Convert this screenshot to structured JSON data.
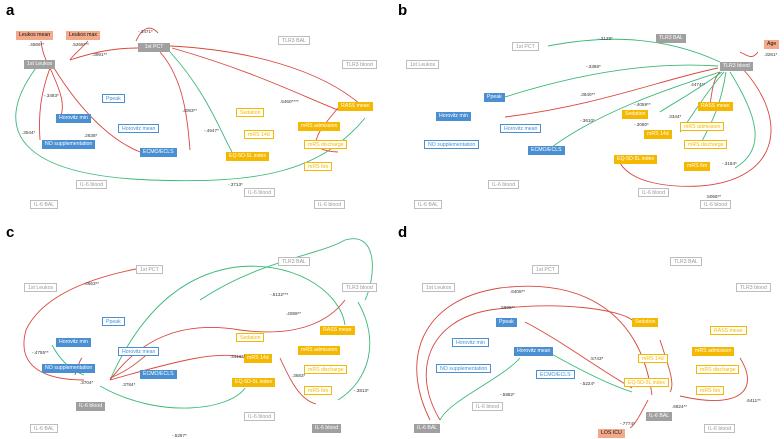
{
  "panels": [
    {
      "letter": "a",
      "nodes": {
        "leukos_mean": "Leukos mean",
        "leukos_max": "Leukos max",
        "first_pct": "1st PCT",
        "tlr3_bal": "TLR3 BAL",
        "first_leukos": "1st Leukos",
        "tlr3_blood": "TLR3 blood",
        "ppeak": "Ppeak",
        "horovitz_min": "Horovitz min",
        "horovitz_mean": "Horovitz mean",
        "no_supplementation": "NO supplementation",
        "ecmo_ecls": "ECMO/ECLS",
        "rass_mean": "RASS mean",
        "sedation": "Sedation",
        "mrs_admission": "mRS admission",
        "mrs_14d": "mRS 14d",
        "eq5d5l": "EQ-5D-5L index",
        "mrs_discharge": "mRS discharge",
        "mrs_6m": "mRS 6m",
        "il6_blood_top": "IL-6 blood",
        "il6_bal": "IL-6 BAL",
        "il6_blood": "IL-6 blood"
      },
      "edges": [
        "-.3471*",
        ".4566**",
        ".5268***",
        ".3991**",
        "-.3483*",
        ".3544*",
        ".2838*",
        ".4083**",
        "-.4647*",
        ".5460****",
        "-.3713*"
      ]
    },
    {
      "letter": "b",
      "nodes": {
        "first_pct": "1st PCT",
        "tlr3_bal": "TLR3 BAL",
        "age": "Age",
        "first_leukos": "1st Leukos",
        "tlr3_blood": "TLR3 blood",
        "ppeak": "Ppeak",
        "horovitz_min": "Horovitz min",
        "horovitz_mean": "Horovitz mean",
        "no_supplementation": "NO supplementation",
        "ecmo_ecls": "ECMO/ECLS",
        "sedation": "Sedation",
        "rass_mean": "RASS mean",
        "mrs_14d": "mRS 14d",
        "mrs_admission": "mRS admission",
        "mrs_discharge": "mRS discharge",
        "eq5d5l": "EQ-5D-5L index",
        "mrs_6m": "mRS 6m",
        "il6_blood_top": "IL-6 blood",
        "il6_bal": "IL-6 BAL",
        "il6_blood": "IL-6 blood"
      },
      "edges": [
        "-.3129*",
        ".3261*",
        "-.3386*",
        ".3840**",
        "-.3610*",
        ".4474**",
        "-.4059**",
        "-.3080*",
        ".3344*",
        "-.3184*",
        ".5066**"
      ]
    },
    {
      "letter": "c",
      "nodes": {
        "first_pct": "1st PCT",
        "tlr3_bal": "TLR3 BAL",
        "first_leukos": "1st Leukos",
        "tlr3_blood": "TLR3 blood",
        "ppeak": "Ppeak",
        "rass_mean": "RASS mean",
        "horovitz_min": "Horovitz min",
        "horovitz_mean": "Horovitz mean",
        "sedation": "Sedation",
        "mrs_admission": "mRS admission",
        "no_supplementation": "NO supplementation",
        "ecmo_ecls": "ECMO/ECLS",
        "mrs_14d": "mRS 14d",
        "mrs_discharge": "mRS discharge",
        "eq5d5l": "EQ-5D-5L index",
        "il6_blood_top": "IL-6 blood",
        "mrs_6m": "mRS 6m",
        "il6_bal": "IL-6 BAL",
        "il6_blood": "IL-6 blood"
      },
      "edges": [
        ".4663**",
        "-.5132***",
        ".4089**",
        "-.4755**",
        ".4416**",
        ".3704*",
        ".3784*",
        ".3683*",
        "-.3813*",
        "-.5267*"
      ]
    },
    {
      "letter": "d",
      "nodes": {
        "first_pct": "1st PCT",
        "tlr3_bal": "TLR3 BAL",
        "first_leukos": "1st Leukos",
        "tlr3_blood": "TLR3 blood",
        "ppeak": "Ppeak",
        "sedation": "Sedation",
        "rass_mean": "RASS mean",
        "horovitz_min": "Horovitz min",
        "horovitz_mean": "Horovitz mean",
        "mrs_admission": "mRS admission",
        "mrs_14d": "mRS 14d",
        "no_supplementation": "NO supplementation",
        "ecmo_ecls": "ECMO/ECLS",
        "mrs_discharge": "mRS discharge",
        "eq5d5l": "EQ-5D-5L index",
        "mrs_6m": "mRS 6m",
        "il6_blood_top": "IL-6 blood",
        "il6_bal": "IL-6 BAL",
        "los_icu": "LOS ICU",
        "il6_blood": "IL-6 blood"
      },
      "edges": [
        ".6408**",
        ".5895**",
        ".5743*",
        "-.5224*",
        "-.5882*",
        ".6824**",
        ".6411**",
        "-.7774*"
      ]
    }
  ],
  "colors": {
    "positive": "#d9473e",
    "negative": "#3cb878",
    "blue": "#4a8fd2",
    "orange": "#f5b800",
    "gray": "#a0a0a0",
    "salmon": "#f4a98a"
  }
}
